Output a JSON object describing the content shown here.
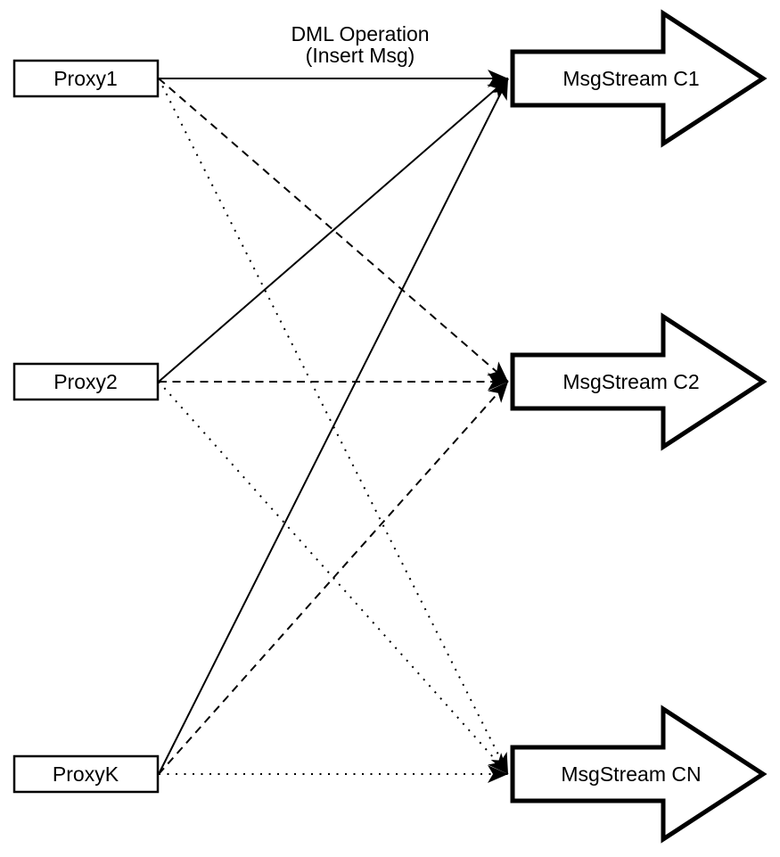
{
  "annotation": {
    "line1": "DML Operation",
    "line2": "(Insert Msg)"
  },
  "colors": {
    "background": "#ffffff",
    "line": "#000000",
    "shape_fill": "#ffffff"
  },
  "proxies": [
    {
      "id": "proxy1",
      "label": "Proxy1"
    },
    {
      "id": "proxy2",
      "label": "Proxy2"
    },
    {
      "id": "proxyk",
      "label": "ProxyK"
    }
  ],
  "streams": [
    {
      "id": "c1",
      "label": "MsgStream C1",
      "incoming_line_style": "solid"
    },
    {
      "id": "c2",
      "label": "MsgStream C2",
      "incoming_line_style": "dashed"
    },
    {
      "id": "cn",
      "label": "MsgStream CN",
      "incoming_line_style": "dotted"
    }
  ],
  "edges": [
    {
      "from": "proxy1",
      "to": "c1",
      "style": "solid"
    },
    {
      "from": "proxy2",
      "to": "c1",
      "style": "solid"
    },
    {
      "from": "proxyk",
      "to": "c1",
      "style": "solid"
    },
    {
      "from": "proxy1",
      "to": "c2",
      "style": "dashed"
    },
    {
      "from": "proxy2",
      "to": "c2",
      "style": "dashed"
    },
    {
      "from": "proxyk",
      "to": "c2",
      "style": "dashed"
    },
    {
      "from": "proxy1",
      "to": "cn",
      "style": "dotted"
    },
    {
      "from": "proxy2",
      "to": "cn",
      "style": "dotted"
    },
    {
      "from": "proxyk",
      "to": "cn",
      "style": "dotted"
    }
  ]
}
